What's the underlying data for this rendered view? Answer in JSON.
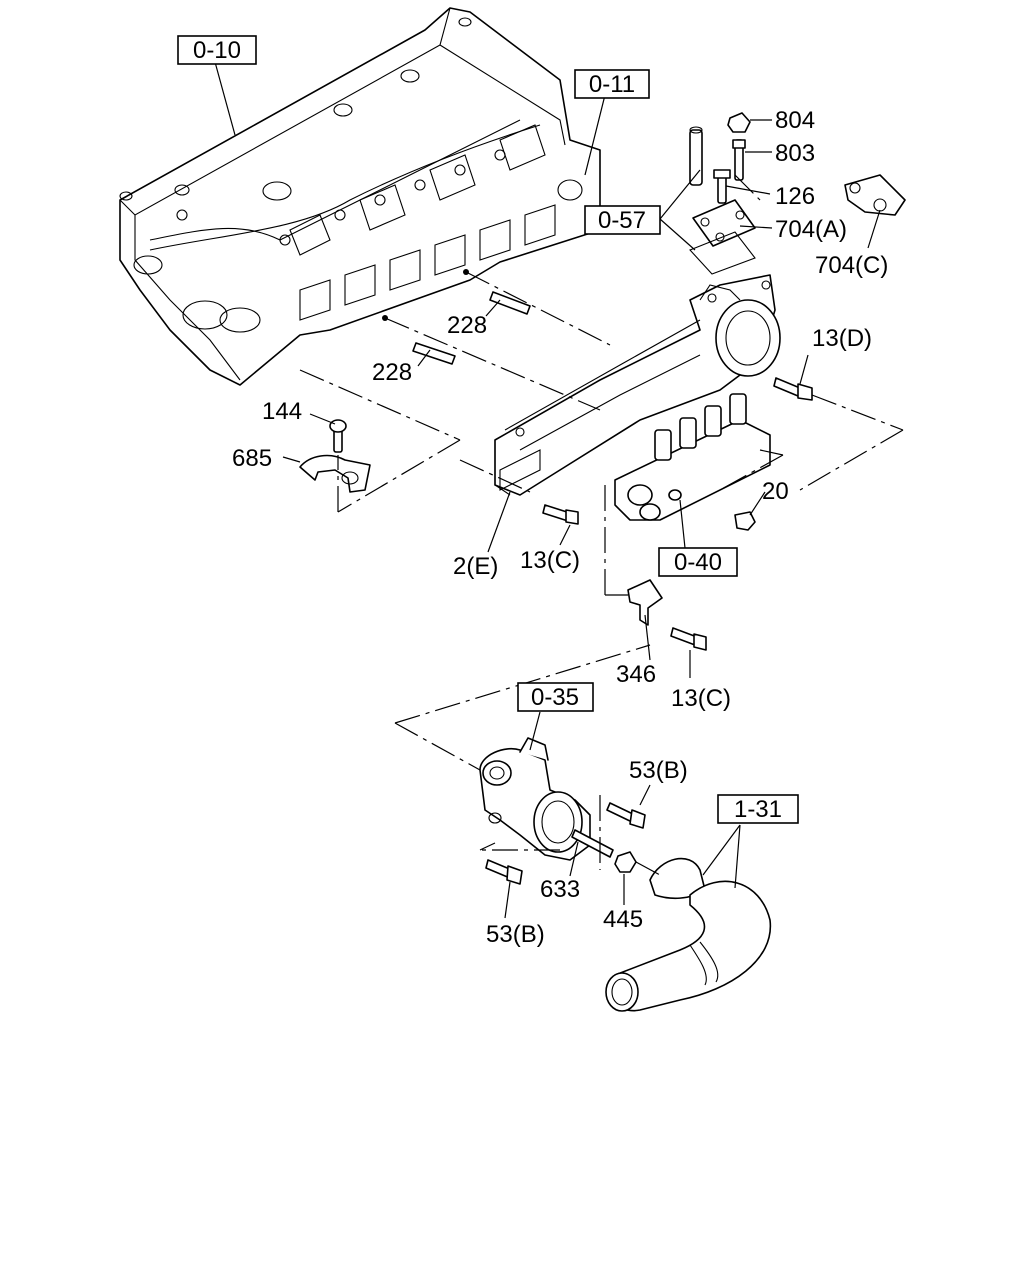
{
  "references": {
    "r_0_10": "0-10",
    "r_0_11": "0-11",
    "r_0_57": "0-57",
    "r_0_40": "0-40",
    "r_0_35": "0-35",
    "r_1_31": "1-31"
  },
  "callouts": {
    "c804": "804",
    "c803": "803",
    "c126": "126",
    "c704a": "704(A)",
    "c704c": "704(C)",
    "c228a": "228",
    "c228b": "228",
    "c13d": "13(D)",
    "c144": "144",
    "c685": "685",
    "c20": "20",
    "c2e": "2(E)",
    "c13c_a": "13(C)",
    "c346": "346",
    "c13c_b": "13(C)",
    "c53b_a": "53(B)",
    "c633": "633",
    "c445": "445",
    "c53b_b": "53(B)"
  }
}
